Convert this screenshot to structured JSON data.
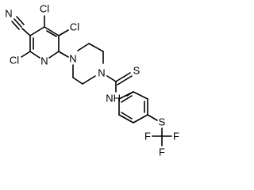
{
  "labels": {
    "N_cyano": "N",
    "Cl_1": "Cl",
    "Cl_2": "Cl",
    "Cl_3": "Cl",
    "N_pyridine": "N",
    "N_pip_1": "N",
    "N_pip_2": "N",
    "S_thio": "S",
    "NH": "NH",
    "S_aryl": "S",
    "F_1": "F",
    "F_2": "F",
    "F_3": "F"
  }
}
